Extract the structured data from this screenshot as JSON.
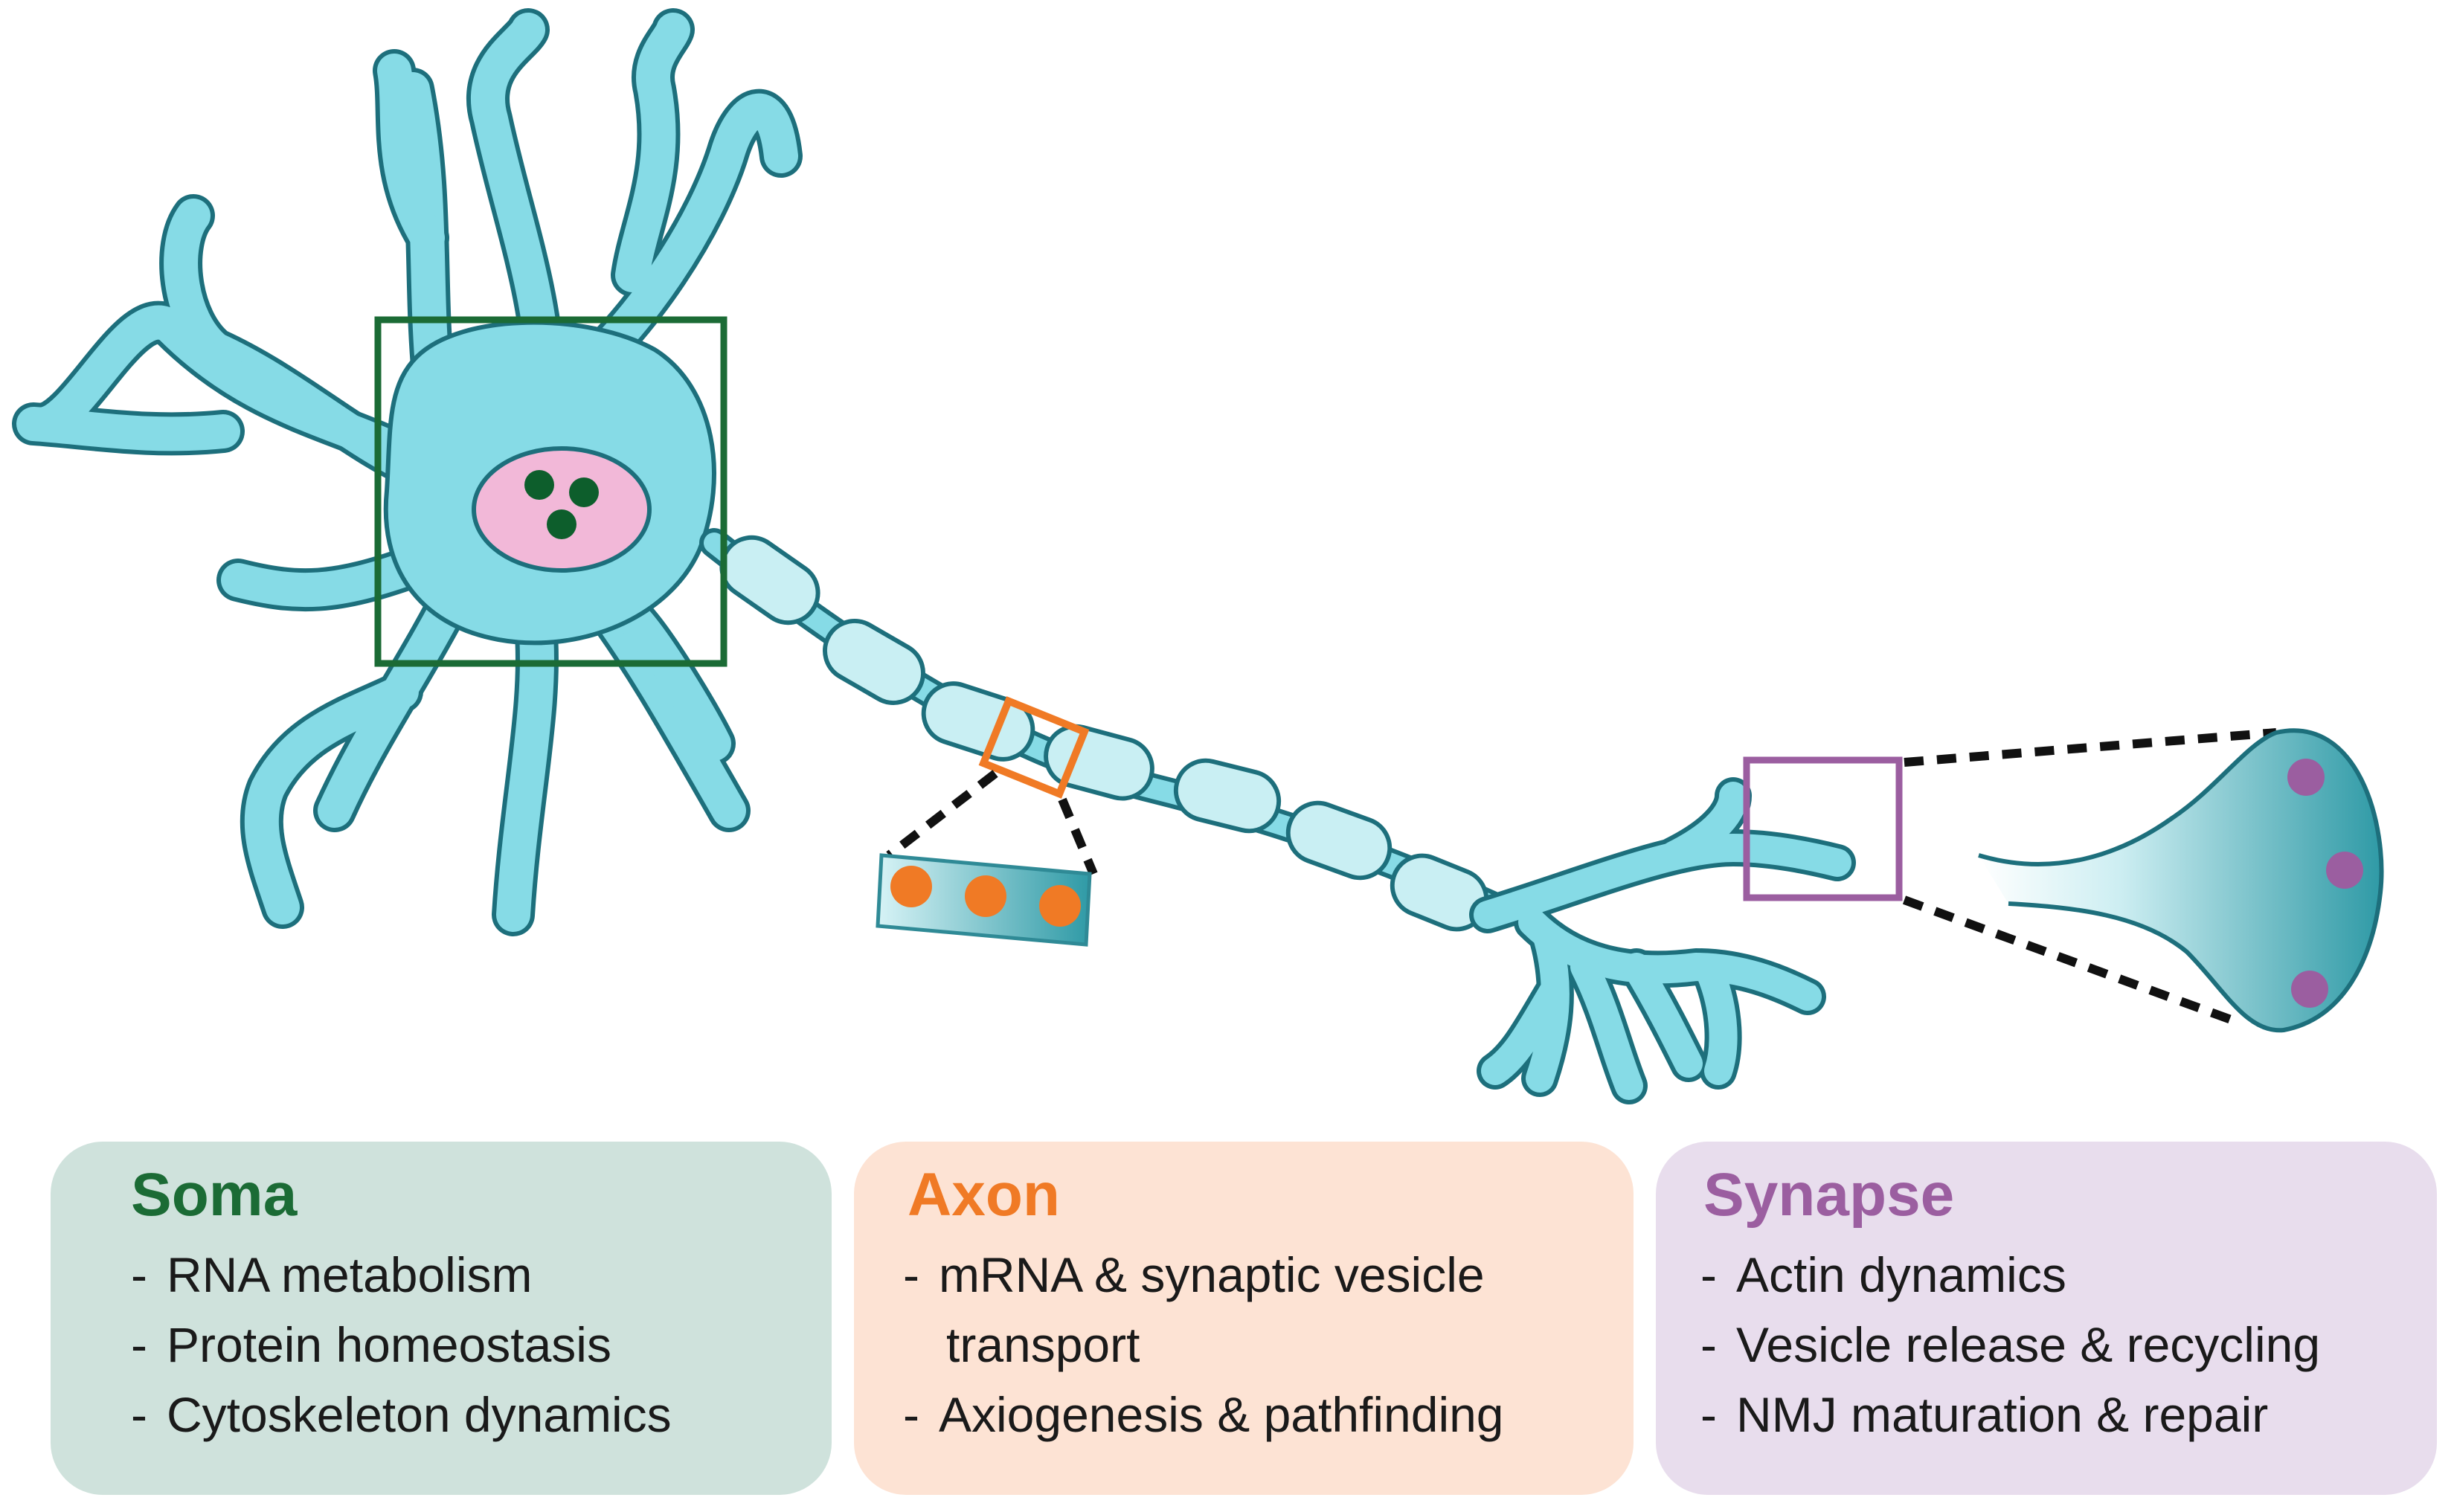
{
  "colors": {
    "neuron_fill": "#86dbe6",
    "neuron_stroke": "#1d6f7c",
    "myelin_fill": "#c9eff3",
    "nucleus": "#f2b8d8",
    "nucleolus": "#0d5e2c",
    "soma_accent": "#1b6b35",
    "axon_accent": "#f07a25",
    "synapse_accent": "#9b5ea0",
    "soma_panel": "#cfe2dc",
    "axon_panel": "#fde3d4",
    "synapse_panel": "#e8dded"
  },
  "panels": {
    "soma": {
      "title": "Soma",
      "items": [
        "RNA metabolism",
        "Protein homeostasis",
        "Cytoskeleton dynamics"
      ]
    },
    "axon": {
      "title": "Axon",
      "items": [
        "mRNA & synaptic vesicle",
        "transport",
        "Axiogenesis & pathfinding"
      ]
    },
    "synapse": {
      "title": "Synapse",
      "items": [
        "Actin dynamics",
        "Vesicle release & recycling",
        "NMJ maturation & repair"
      ]
    }
  }
}
